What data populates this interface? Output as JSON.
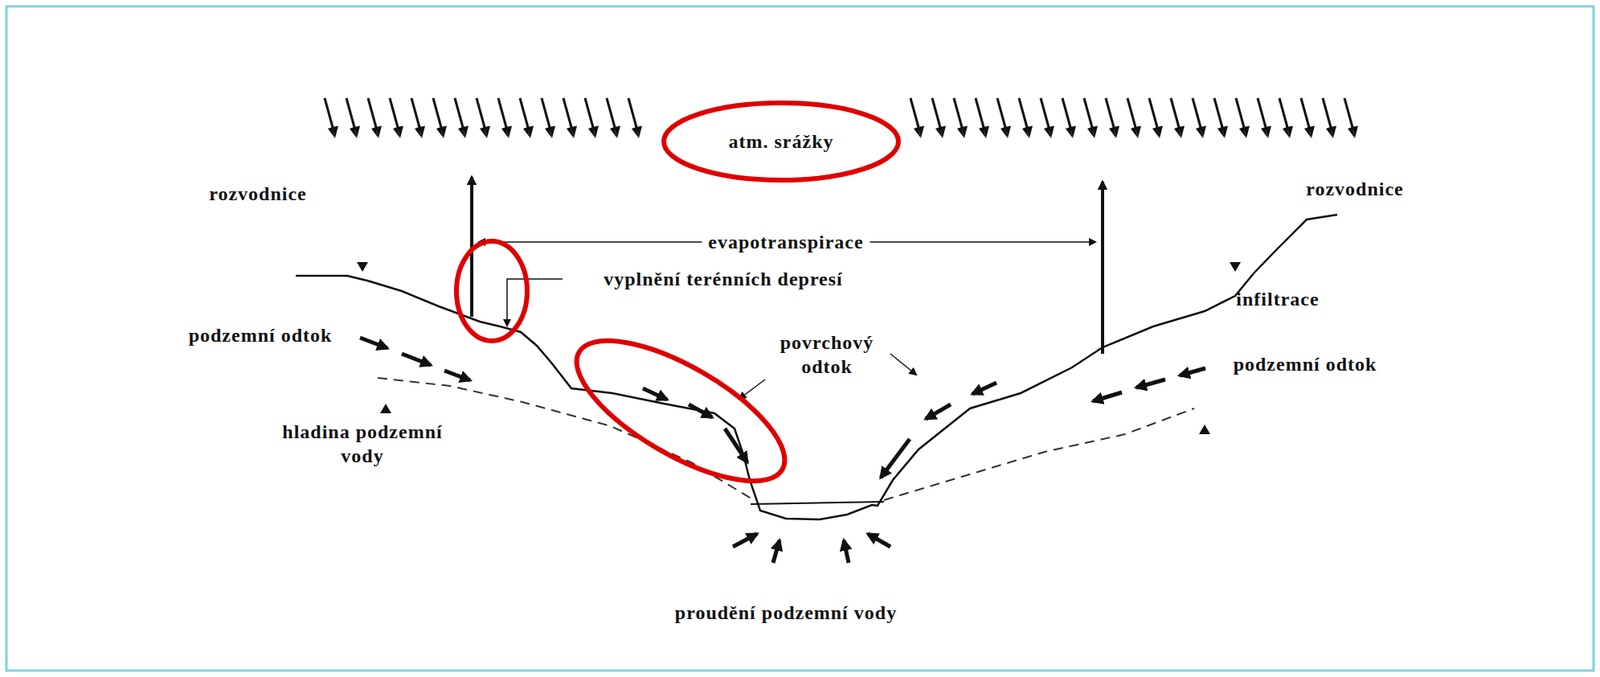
{
  "diagram": {
    "nodes": [
      {
        "text": [
          "atm. srážky"
        ]
      }
    ],
    "labels": [
      "rozvodnice",
      "rozvodnice",
      "evapotranspirace",
      "vyplnění terénních depresí",
      "podzemní odtok",
      "hladina podzemní vody",
      "povrchový odtok",
      "infiltrace",
      "podzemní odtok",
      "proudění podzemní vody"
    ]
  }
}
